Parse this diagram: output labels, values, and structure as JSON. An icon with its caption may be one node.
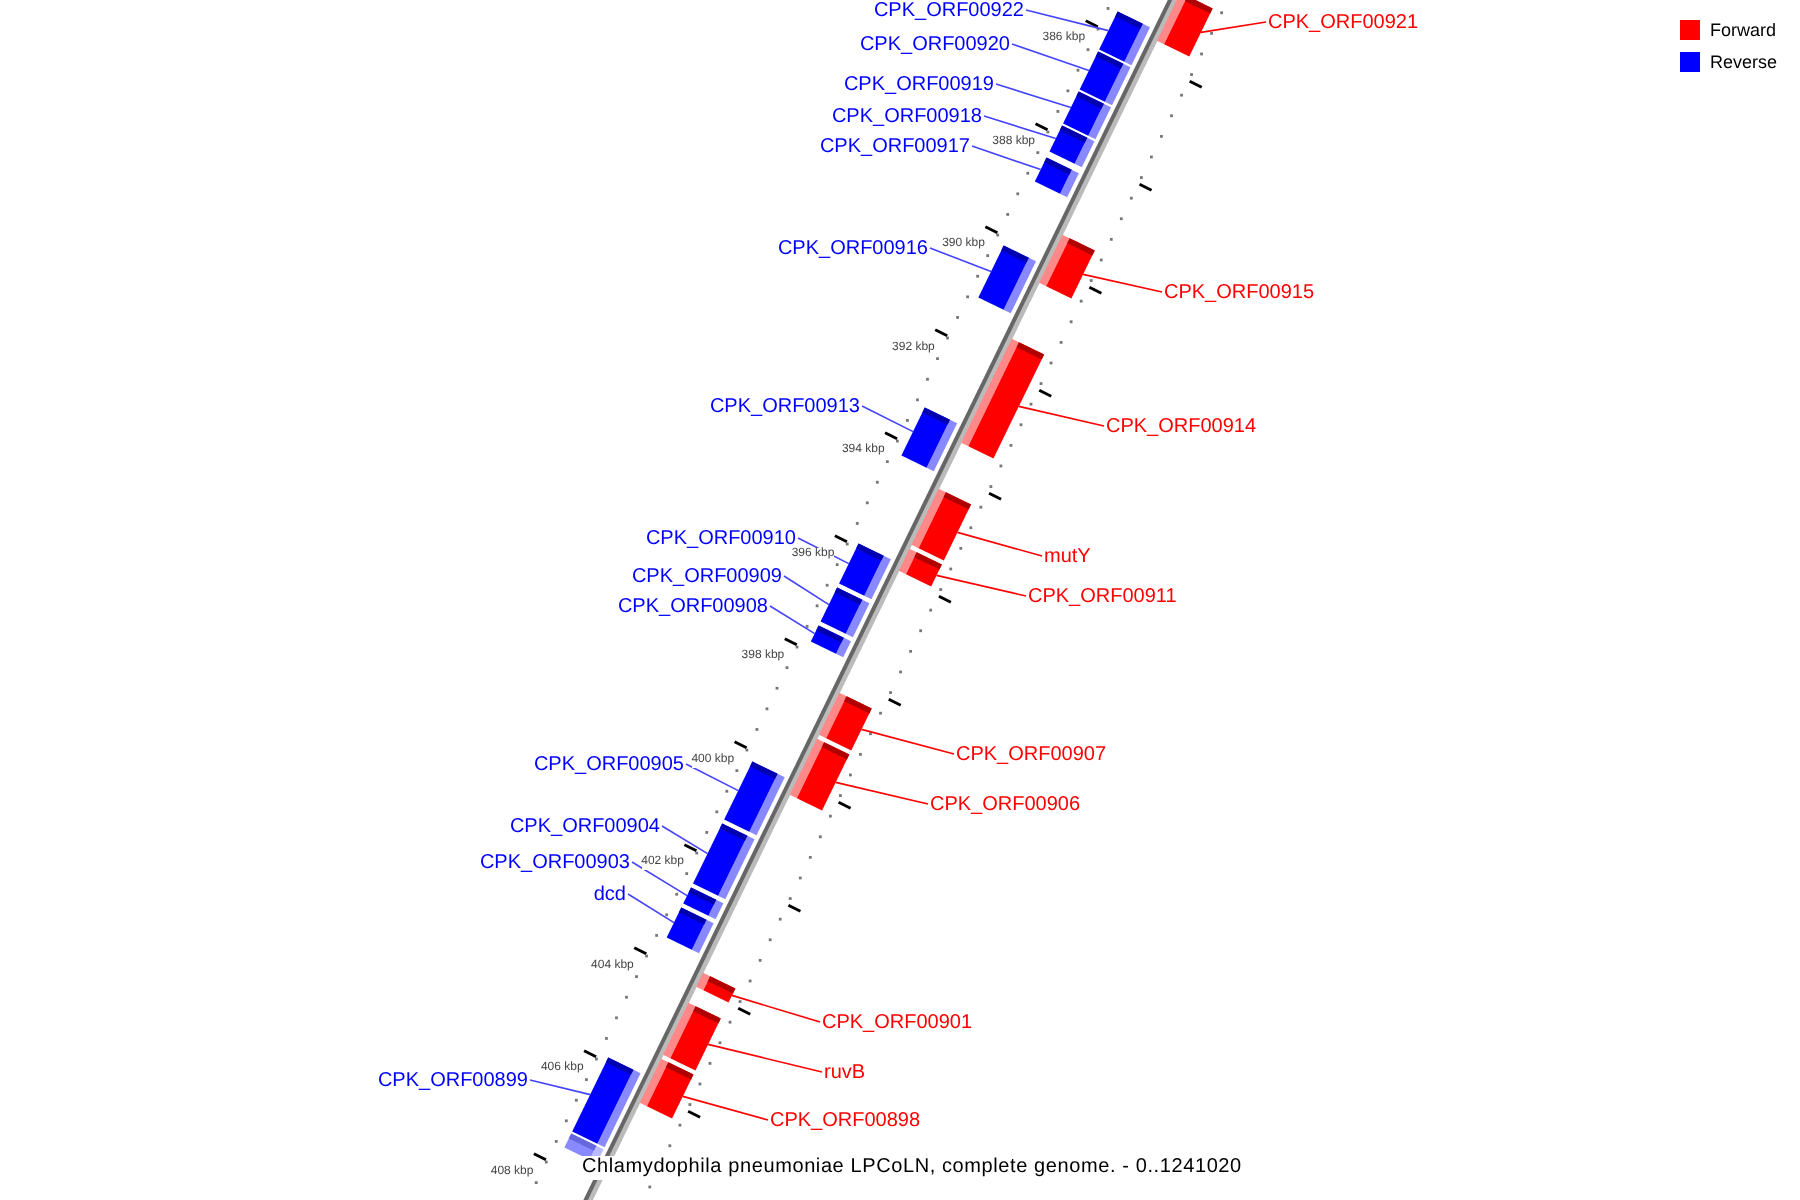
{
  "diagram": {
    "caption": "Chlamydophila pneumoniae LPCoLN, complete genome. - 0..1241020",
    "nodes": [
      {
        "text": [
          "CPK_ORF00921"
        ]
      },
      {
        "text": [],
        "shape": "bar"
      },
      {
        "text": [
          "CPK_ORF00922"
        ]
      },
      {
        "text": [],
        "shape": "bar"
      },
      {
        "text": [
          "CPK_ORF00920"
        ]
      },
      {
        "text": [],
        "shape": "bar"
      },
      {
        "text": [
          "CPK_ORF00919"
        ]
      },
      {
        "text": [],
        "shape": "bar"
      },
      {
        "text": [
          "CPK_ORF00918"
        ]
      },
      {
        "text": [],
        "shape": "bar"
      },
      {
        "text": [
          "CPK_ORF00917"
        ]
      },
      {
        "text": [],
        "shape": "bar"
      },
      {
        "text": [
          "CPK_ORF00915"
        ]
      },
      {
        "text": [],
        "shape": "bar"
      },
      {
        "text": [
          "CPK_ORF00916"
        ]
      },
      {
        "text": [],
        "shape": "bar"
      },
      {
        "text": [
          "CPK_ORF00914"
        ]
      },
      {
        "text": [],
        "shape": "bar"
      },
      {
        "text": [
          "CPK_ORF00913"
        ]
      },
      {
        "text": [],
        "shape": "bar"
      },
      {
        "text": [
          "mutY"
        ]
      },
      {
        "text": [],
        "shape": "bar"
      },
      {
        "text": [
          "CPK_ORF00911"
        ]
      },
      {
        "text": [],
        "shape": "bar"
      },
      {
        "text": [
          "CPK_ORF00910"
        ]
      },
      {
        "text": [],
        "shape": "bar"
      },
      {
        "text": [
          "CPK_ORF00909"
        ]
      },
      {
        "text": [],
        "shape": "bar"
      },
      {
        "text": [
          "CPK_ORF00908"
        ]
      },
      {
        "text": [],
        "shape": "bar"
      },
      {
        "text": [
          "CPK_ORF00907"
        ]
      },
      {
        "text": [],
        "shape": "bar"
      },
      {
        "text": [
          "CPK_ORF00906"
        ]
      },
      {
        "text": [],
        "shape": "bar"
      },
      {
        "text": [
          "CPK_ORF00905"
        ]
      },
      {
        "text": [],
        "shape": "bar"
      },
      {
        "text": [
          "CPK_ORF00904"
        ]
      },
      {
        "text": [],
        "shape": "bar"
      },
      {
        "text": [
          "CPK_ORF00903"
        ]
      },
      {
        "text": [],
        "shape": "bar"
      },
      {
        "text": [
          "dcd"
        ]
      },
      {
        "text": [],
        "shape": "bar"
      },
      {
        "text": [
          "CPK_ORF00901"
        ]
      },
      {
        "text": [],
        "shape": "bar"
      },
      {
        "text": [
          "ruvB"
        ]
      },
      {
        "text": [],
        "shape": "bar"
      },
      {
        "text": [
          "CPK_ORF00898"
        ]
      },
      {
        "text": [],
        "shape": "bar"
      },
      {
        "text": [
          "CPK_ORF00899"
        ]
      },
      {
        "text": [],
        "shape": "bar"
      },
      {
        "text": [],
        "shape": "bar"
      }
    ],
    "edges": [
      {
        "from": 0,
        "to": 1,
        "arrow": "none",
        "color": "#ff0000"
      },
      {
        "from": 2,
        "to": 3,
        "arrow": "none"
      },
      {
        "from": 4,
        "to": 5,
        "arrow": "none"
      },
      {
        "from": 6,
        "to": 7,
        "arrow": "none"
      },
      {
        "from": 8,
        "to": 9,
        "arrow": "none"
      },
      {
        "from": 10,
        "to": 11,
        "arrow": "none"
      },
      {
        "from": 12,
        "to": 13,
        "arrow": "none",
        "color": "#ff0000"
      },
      {
        "from": 14,
        "to": 15,
        "arrow": "none"
      },
      {
        "from": 16,
        "to": 17,
        "arrow": "none",
        "color": "#ff0000"
      },
      {
        "from": 18,
        "to": 19,
        "arrow": "none"
      },
      {
        "from": 20,
        "to": 21,
        "arrow": "none",
        "color": "#ff0000"
      },
      {
        "from": 22,
        "to": 23,
        "arrow": "none",
        "color": "#ff0000"
      },
      {
        "from": 24,
        "to": 25,
        "arrow": "none"
      },
      {
        "from": 26,
        "to": 27,
        "arrow": "none"
      },
      {
        "from": 28,
        "to": 29,
        "arrow": "none"
      },
      {
        "from": 30,
        "to": 31,
        "arrow": "none",
        "color": "#ff0000"
      },
      {
        "from": 32,
        "to": 33,
        "arrow": "none",
        "color": "#ff0000"
      },
      {
        "from": 34,
        "to": 35,
        "arrow": "none"
      },
      {
        "from": 36,
        "to": 37,
        "arrow": "none"
      },
      {
        "from": 38,
        "to": 39,
        "arrow": "none"
      },
      {
        "from": 40,
        "to": 41,
        "arrow": "none"
      },
      {
        "from": 42,
        "to": 43,
        "arrow": "none",
        "color": "#ff0000"
      },
      {
        "from": 44,
        "to": 45,
        "arrow": "none",
        "color": "#ff0000"
      },
      {
        "from": 46,
        "to": 47,
        "arrow": "none",
        "color": "#ff0000"
      },
      {
        "from": 48,
        "to": 49,
        "arrow": "none"
      }
    ],
    "labels": [
      "386 kbp",
      "388 kbp",
      "390 kbp",
      "392 kbp",
      "394 kbp",
      "396 kbp",
      "398 kbp",
      "400 kbp",
      "402 kbp",
      "404 kbp",
      "406 kbp",
      "408 kbp"
    ],
    "legend": [
      {
        "text": "Forward",
        "color": "#ff0000"
      },
      {
        "text": "Reverse",
        "color": "#0000ff"
      }
    ]
  }
}
